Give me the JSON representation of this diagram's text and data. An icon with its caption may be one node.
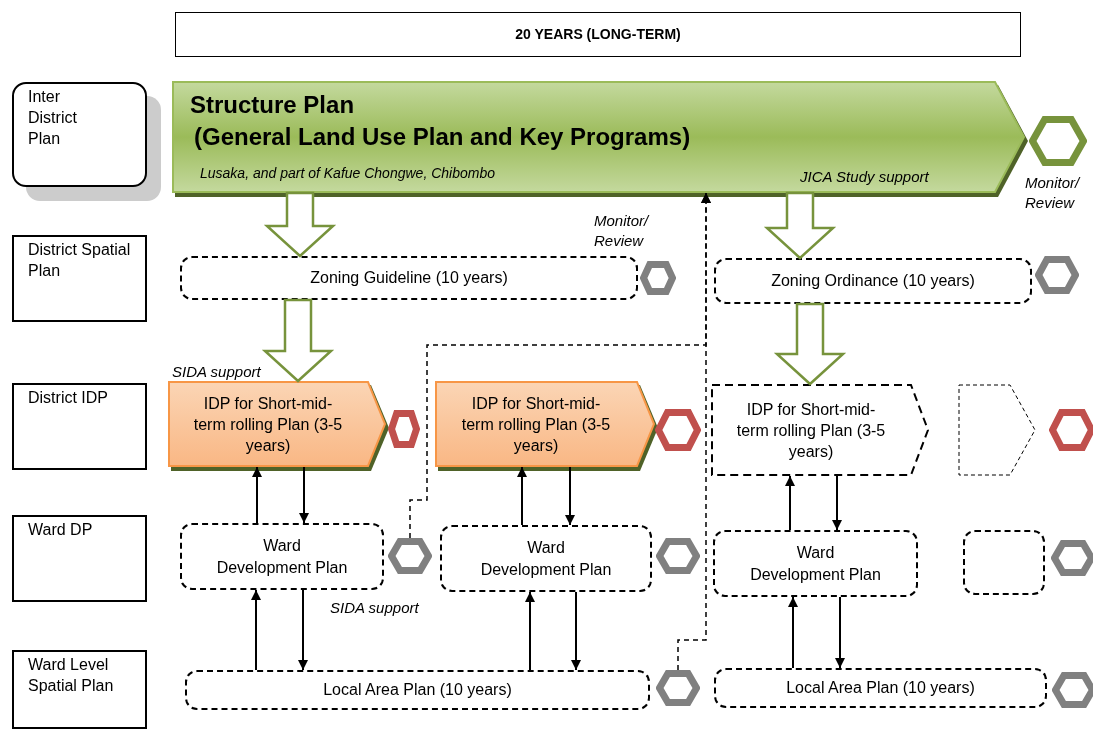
{
  "diagram": {
    "nodes": [
      {
        "text": [
          "20 YEARS (LONG-TERM)"
        ]
      },
      {
        "text": [
          "Inter District Plan"
        ]
      },
      {
        "text": [
          "Structure Plan",
          "(General Land Use Plan and Key Programs)",
          "Lusaka, and part of Kafue Chongwe, Chibombo",
          "JICA Study support"
        ]
      },
      {
        "text": [],
        "shape": "hexagon"
      },
      {
        "text": [
          "District Spatial Plan"
        ]
      },
      {
        "text": [
          "Zoning Guideline (10 years)"
        ]
      },
      {
        "text": [],
        "shape": "hexagon"
      },
      {
        "text": [
          "Zoning Ordinance (10 years)"
        ]
      },
      {
        "text": [],
        "shape": "hexagon"
      },
      {
        "text": [
          "District IDP"
        ]
      },
      {
        "text": [
          "IDP for Short-mid-term rolling Plan (3-5 years)"
        ]
      },
      {
        "text": [],
        "shape": "hexagon"
      },
      {
        "text": [
          "IDP for Short-mid-term rolling Plan (3-5 years)"
        ]
      },
      {
        "text": [],
        "shape": "hexagon"
      },
      {
        "text": [
          "IDP for Short-mid-term rolling Plan (3-5 years)"
        ]
      },
      {
        "text": [],
        "shape": "pentagon"
      },
      {
        "text": [],
        "shape": "hexagon"
      },
      {
        "text": [
          "Ward DP"
        ]
      },
      {
        "text": [
          "Ward Development Plan"
        ]
      },
      {
        "text": [],
        "shape": "hexagon"
      },
      {
        "text": [
          "Ward Development Plan"
        ]
      },
      {
        "text": [],
        "shape": "hexagon"
      },
      {
        "text": [
          "Ward Development Plan"
        ]
      },
      {
        "text": [],
        "shape": "box"
      },
      {
        "text": [],
        "shape": "hexagon"
      },
      {
        "text": [
          "Ward Level Spatial Plan"
        ]
      },
      {
        "text": [
          "Local Area Plan (10 years)"
        ]
      },
      {
        "text": [],
        "shape": "hexagon"
      },
      {
        "text": [
          "Local Area Plan (10 years)"
        ]
      },
      {
        "text": [],
        "shape": "hexagon"
      }
    ],
    "edges": [
      {
        "from": 2,
        "to": 5,
        "arrow": "to",
        "style": "thick",
        "color": "#77933c"
      },
      {
        "from": 2,
        "to": 7,
        "arrow": "to",
        "style": "thick",
        "color": "#77933c"
      },
      {
        "from": 5,
        "to": 10,
        "arrow": "to",
        "style": "thick",
        "color": "#77933c"
      },
      {
        "from": 7,
        "to": 14,
        "arrow": "to",
        "style": "thick",
        "color": "#77933c"
      },
      {
        "from": 18,
        "to": 10,
        "arrow": "to"
      },
      {
        "from": 10,
        "to": 18,
        "arrow": "to"
      },
      {
        "from": 20,
        "to": 12,
        "arrow": "to"
      },
      {
        "from": 12,
        "to": 20,
        "arrow": "to"
      },
      {
        "from": 22,
        "to": 14,
        "arrow": "to"
      },
      {
        "from": 14,
        "to": 22,
        "arrow": "to"
      },
      {
        "from": 26,
        "to": 18,
        "arrow": "to"
      },
      {
        "from": 18,
        "to": 26,
        "arrow": "to"
      },
      {
        "from": 26,
        "to": 20,
        "arrow": "to"
      },
      {
        "from": 20,
        "to": 26,
        "arrow": "to"
      },
      {
        "from": 28,
        "to": 22,
        "arrow": "to"
      },
      {
        "from": 22,
        "to": 28,
        "arrow": "to"
      },
      {
        "from": 19,
        "to": 2,
        "arrow": "to",
        "style": "dashed"
      },
      {
        "from": 27,
        "to": 2,
        "arrow": "to",
        "style": "dashed",
        "label": "Monitor/ Review"
      }
    ],
    "labels": [
      "Monitor/ Review",
      "SIDA support",
      "SIDA support"
    ]
  }
}
